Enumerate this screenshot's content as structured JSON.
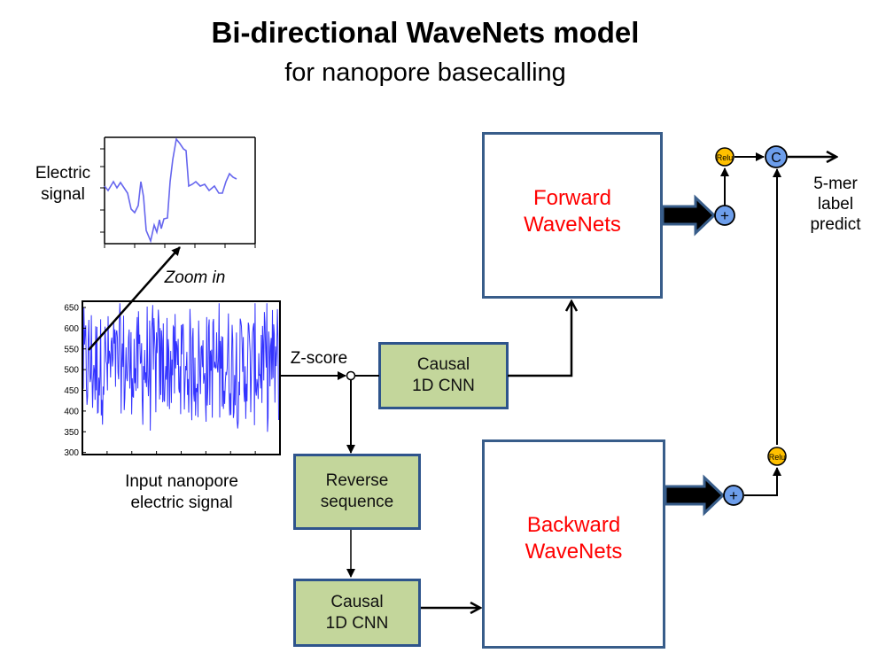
{
  "header": {
    "title": "Bi-directional WaveNets model",
    "subtitle": "for nanopore basecalling"
  },
  "zoom_plot": {
    "label_line1": "Electric",
    "label_line2": "signal",
    "zoom_label": "Zoom in",
    "line_color": "#6666ee"
  },
  "signal_plot": {
    "caption_line1": "Input nanopore",
    "caption_line2": "electric signal",
    "y_ticks": [
      "650",
      "600",
      "550",
      "500",
      "450",
      "400",
      "350",
      "300"
    ],
    "ylim": [
      295,
      665
    ],
    "line_color": "#0000ff"
  },
  "pipeline": {
    "zscore_label": "Z-score",
    "causal_top": {
      "line1": "Causal",
      "line2": "1D CNN"
    },
    "reverse": {
      "line1": "Reverse",
      "line2": "sequence"
    },
    "causal_bottom": {
      "line1": "Causal",
      "line2": "1D CNN"
    },
    "forward": {
      "line1": "Forward",
      "line2": "WaveNets"
    },
    "backward": {
      "line1": "Backward",
      "line2": "WaveNets"
    },
    "plus_symbol": "+",
    "relu_label": "Relu",
    "concat_label": "C",
    "output": {
      "line1": "5-mer",
      "line2": "label",
      "line3": "predict"
    }
  },
  "colors": {
    "green_box_fill": "#c3d69b",
    "box_border": "#385d8a",
    "wavenet_text": "#ff0000",
    "plus_fill": "#6d9eeb",
    "relu_fill": "#ffc000"
  }
}
